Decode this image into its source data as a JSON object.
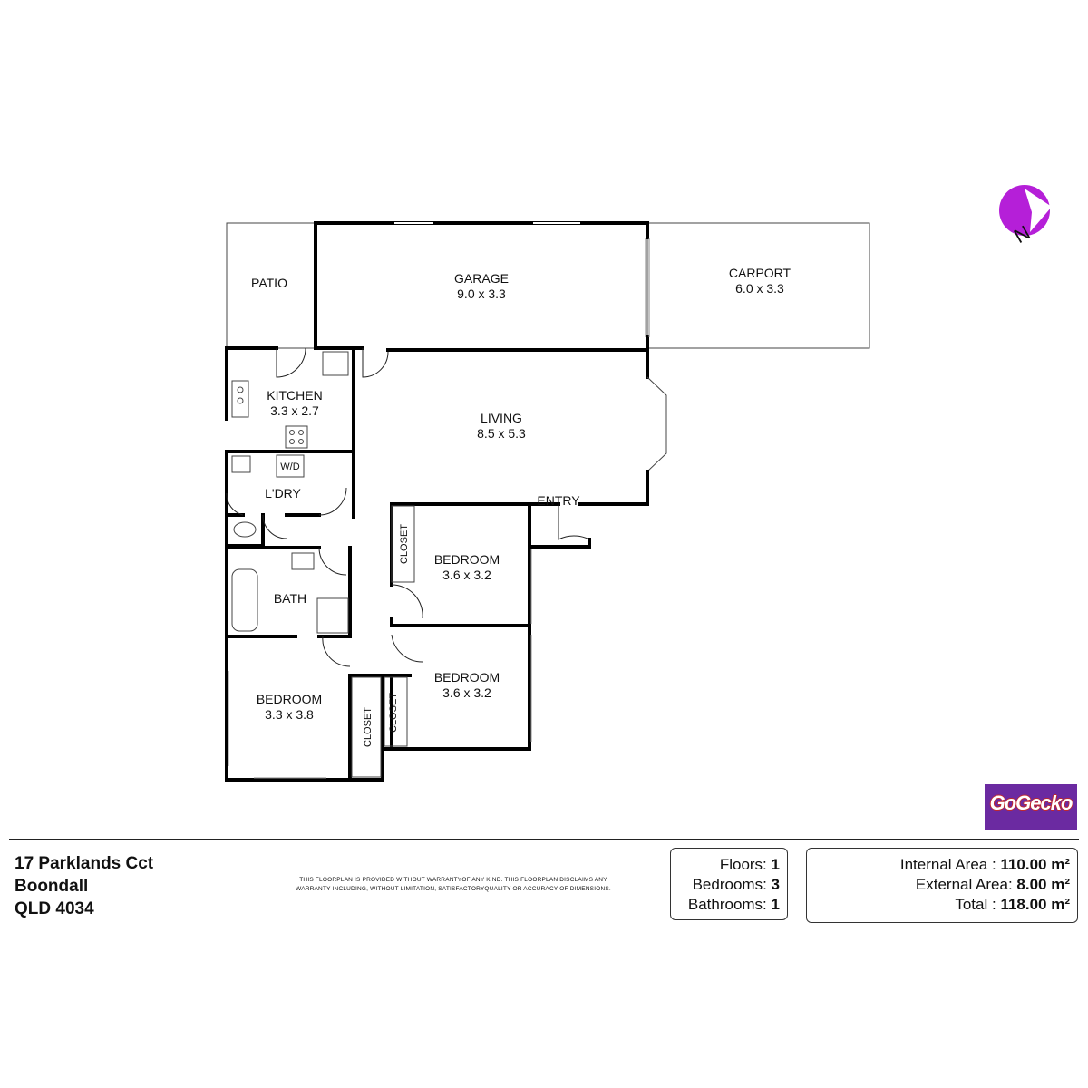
{
  "rooms": {
    "patio": {
      "name": "PATIO"
    },
    "garage": {
      "name": "GARAGE",
      "dims": "9.0 x 3.3"
    },
    "carport": {
      "name": "CARPORT",
      "dims": "6.0 x 3.3"
    },
    "kitchen": {
      "name": "KITCHEN",
      "dims": "3.3 x 2.7"
    },
    "living": {
      "name": "LIVING",
      "dims": "8.5 x 5.3"
    },
    "laundry": {
      "name": "L'DRY",
      "appliance": "W/D"
    },
    "entry": {
      "name": "ENTRY"
    },
    "bath": {
      "name": "BATH"
    },
    "bedroom1": {
      "name": "BEDROOM",
      "dims": "3.6 x 3.2"
    },
    "bedroom2": {
      "name": "BEDROOM",
      "dims": "3.6 x 3.2"
    },
    "bedroom3": {
      "name": "BEDROOM",
      "dims": "3.3 x 3.8"
    },
    "closet": {
      "name": "CLOSET"
    }
  },
  "compass": {
    "letter": "N",
    "color": "#b51fd8"
  },
  "address": {
    "line1": "17 Parklands Cct",
    "line2": "Boondall",
    "line3": "QLD 4034"
  },
  "disclaimer": {
    "line1": "THIS FLOORPLAN IS PROVIDED WITHOUT WARRANTYOF ANY KIND. THIS FLOORPLAN DISCLAIMS ANY",
    "line2": "WARRANTY INCLUDING, WITHOUT  LIMITATION, SATISFACTORYQUALITY OR ACCURACY OF DIMENSIONS."
  },
  "stats": {
    "floors_label": "Floors:",
    "floors": "1",
    "bedrooms_label": "Bedrooms:",
    "bedrooms": "3",
    "bathrooms_label": "Bathrooms:",
    "bathrooms": "1"
  },
  "areas": {
    "internal_label": "Internal Area :",
    "internal": "110.00 m²",
    "external_label": "External Area:",
    "external": "8.00 m²",
    "total_label": "Total   :",
    "total": "118.00 m²"
  },
  "logo": {
    "text": "GoGecko",
    "color": "#6b2aa1"
  }
}
